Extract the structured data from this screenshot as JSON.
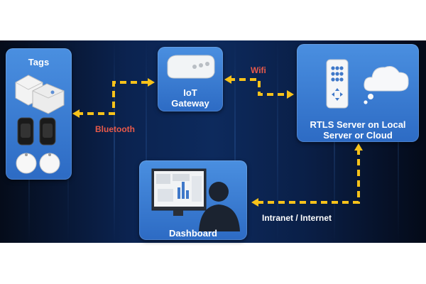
{
  "diagram": {
    "nodes": {
      "tags": {
        "label": "Tags"
      },
      "gateway": {
        "label_line1": "IoT",
        "label_line2": "Gateway"
      },
      "server": {
        "label_line1": "RTLS Server on Local",
        "label_line2": "Server or Cloud"
      },
      "dashboard": {
        "label": "Dashboard"
      }
    },
    "edges": {
      "bluetooth": {
        "label": "Bluetooth"
      },
      "wifi": {
        "label": "Wifi"
      },
      "network": {
        "label": "Intranet / Internet"
      }
    },
    "icons": [
      "bluetooth-beacon-box-icon",
      "wristband-tag-icon",
      "round-tag-icon",
      "gateway-device-icon",
      "remote-control-icon",
      "cloud-icon",
      "monitor-icon",
      "user-silhouette-icon"
    ]
  },
  "colors": {
    "node_fill": "#3a7fd6",
    "arrow": "#f7c21a",
    "edge_label_red": "#e85a4a",
    "edge_label_white": "#ffffff"
  }
}
